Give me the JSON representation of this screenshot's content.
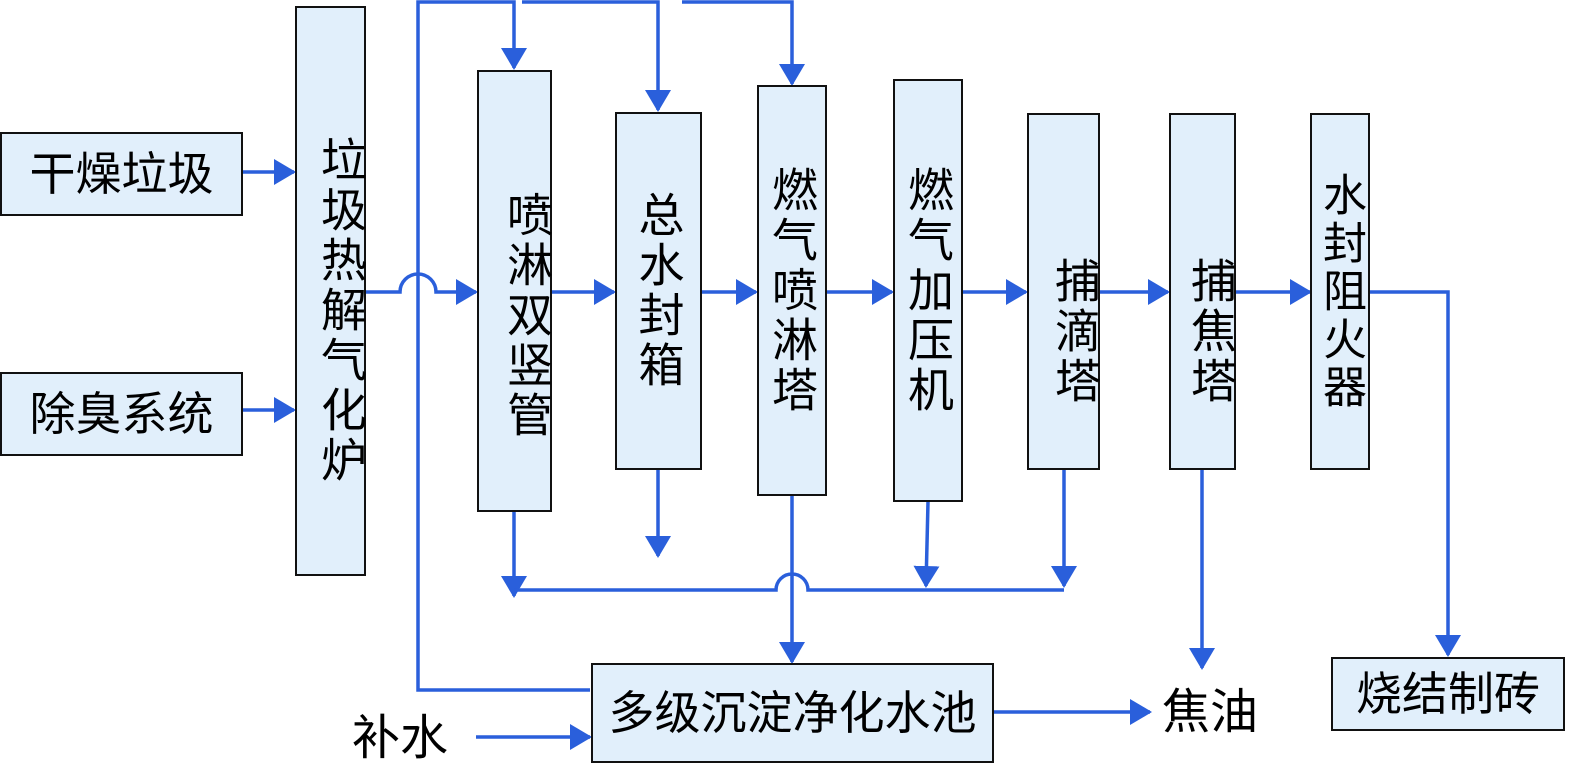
{
  "diagram": {
    "title": "垃圾热解气化工艺流程",
    "line_color": "#2A5FDB",
    "box_fill": "#E1EFFB",
    "nodes": {
      "dry_waste": "干燥垃圾",
      "deodorize": "除臭系统",
      "pyrolysis": "垃圾热解气化炉",
      "spray_pipe": "喷淋双竖管",
      "water_seal_box": "总水封箱",
      "gas_spray_tower": "燃气喷淋塔",
      "compressor": "燃气加压机",
      "droplet_tower": "捕滴塔",
      "tar_tower": "捕焦塔",
      "flame_arrester": "水封阻火器",
      "settling_pool": "多级沉淀净化水池",
      "brick": "烧结制砖",
      "tar_oil": "焦油",
      "makeup_water": "补水"
    },
    "edges": [
      {
        "from": "干燥垃圾",
        "to": "垃圾热解气化炉"
      },
      {
        "from": "除臭系统",
        "to": "垃圾热解气化炉"
      },
      {
        "from": "垃圾热解气化炉",
        "to": "喷淋双竖管"
      },
      {
        "from": "喷淋双竖管",
        "to": "总水封箱"
      },
      {
        "from": "总水封箱",
        "to": "燃气喷淋塔"
      },
      {
        "from": "燃气喷淋塔",
        "to": "燃气加压机"
      },
      {
        "from": "燃气加压机",
        "to": "捕滴塔"
      },
      {
        "from": "捕滴塔",
        "to": "捕焦塔"
      },
      {
        "from": "捕焦塔",
        "to": "水封阻火器"
      },
      {
        "from": "水封阻火器",
        "to": "烧结制砖"
      },
      {
        "from": "捕焦塔",
        "to": "焦油"
      },
      {
        "from": "燃气喷淋塔",
        "to": "多级沉淀净化水池"
      },
      {
        "from": "多级沉淀净化水池",
        "to": "焦油"
      },
      {
        "from": "补水",
        "to": "多级沉淀净化水池"
      },
      {
        "from": "多级沉淀净化水池",
        "to": "喷淋双竖管"
      },
      {
        "from": "多级沉淀净化水池",
        "to": "总水封箱"
      },
      {
        "from": "多级沉淀净化水池",
        "to": "燃气喷淋塔"
      }
    ]
  }
}
